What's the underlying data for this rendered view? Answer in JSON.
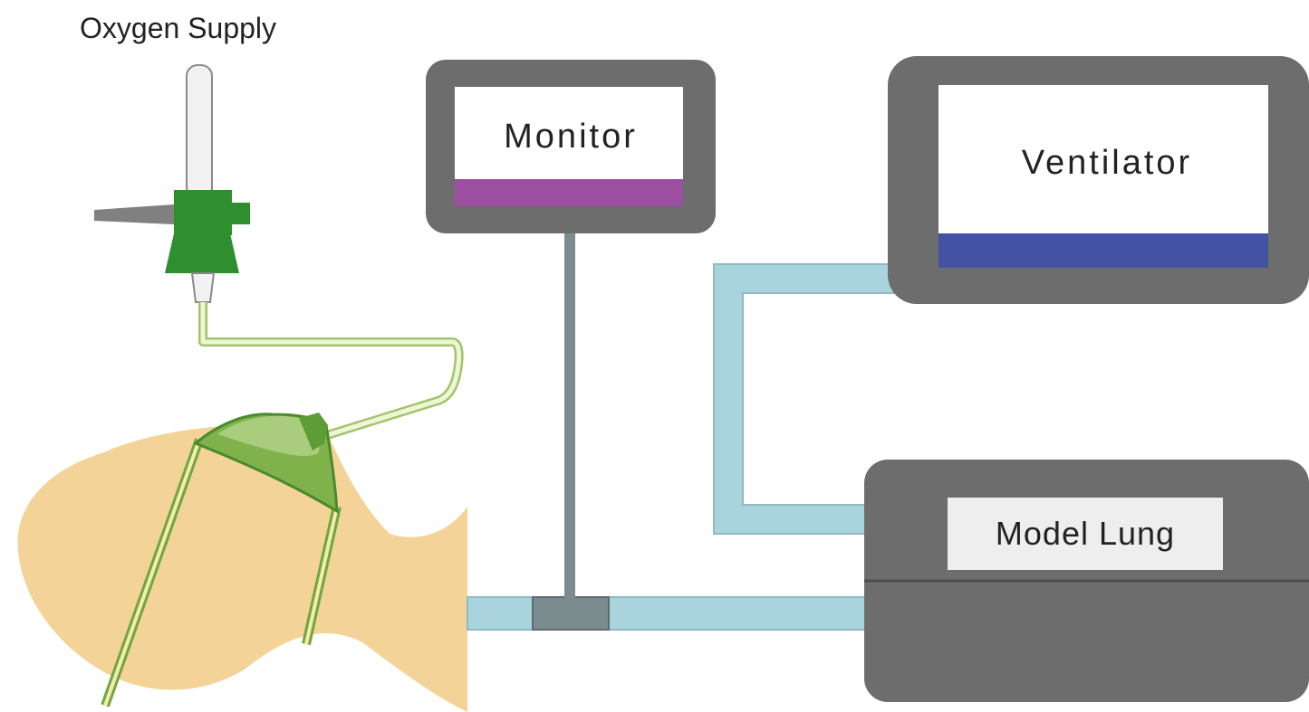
{
  "labels": {
    "oxygen_supply": "Oxygen Supply",
    "monitor": "Monitor",
    "ventilator": "Ventilator",
    "model_lung": "Model Lung"
  },
  "colors": {
    "device_body": "#6d6d6d",
    "screen": "#ffffff",
    "monitor_bar": "#9c4fa0",
    "ventilator_bar": "#4352a3",
    "model_lung_label_bg": "#eeeeee",
    "tube": "#a9d3dd",
    "tube_edge": "#8fb9c4",
    "head_skin": "#f3d397",
    "mask_green": "#7fb24b",
    "mask_green_dark": "#4b8a2c",
    "flowmeter_green": "#2e8f2e",
    "oxygen_line": "#d6e8a8"
  }
}
